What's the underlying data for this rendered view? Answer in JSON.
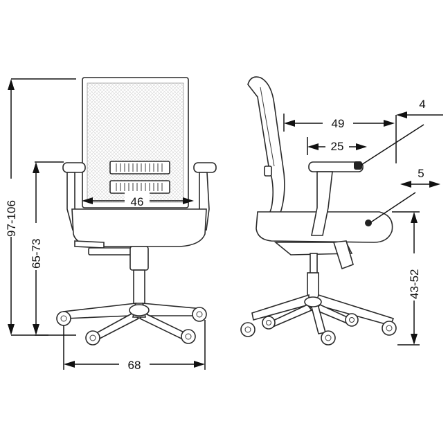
{
  "dimensions": {
    "total_height": "97-106",
    "armrest_height": "65-73",
    "seat_width": "46",
    "base_width": "68",
    "depth": "49",
    "armrest_slide": "25",
    "armrest_offset": "4",
    "seat_slide": "5",
    "seat_height": "43-52"
  }
}
